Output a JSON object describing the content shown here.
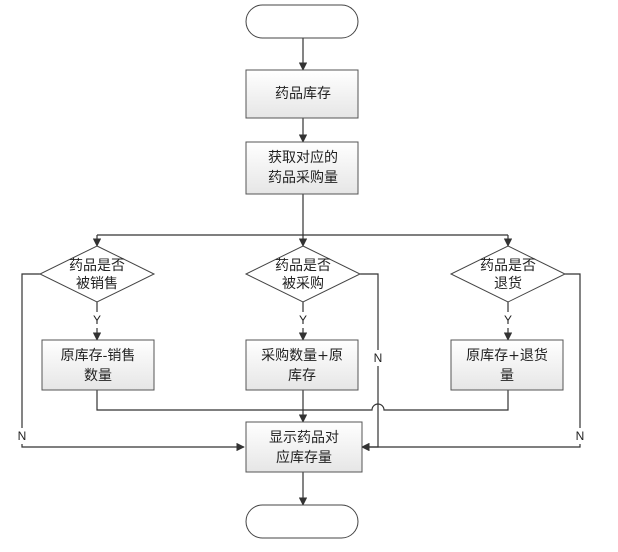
{
  "nodes": {
    "start": "",
    "inventory": "药品库存",
    "get_purchase": [
      "获取对应的",
      "药品采购量"
    ],
    "is_sold": [
      "药品是否",
      "被销售"
    ],
    "is_purchased": [
      "药品是否",
      "被采购"
    ],
    "is_returned": [
      "药品是否",
      "退货"
    ],
    "sale_calc": [
      "原库存-销售",
      "数量"
    ],
    "purchase_calc": [
      "采购数量+原",
      "库存"
    ],
    "return_calc": [
      "原库存+退货",
      "量"
    ],
    "display": [
      "显示药品对",
      "应库存量"
    ],
    "end": ""
  },
  "labels": {
    "yes": "Y",
    "no": "N"
  }
}
